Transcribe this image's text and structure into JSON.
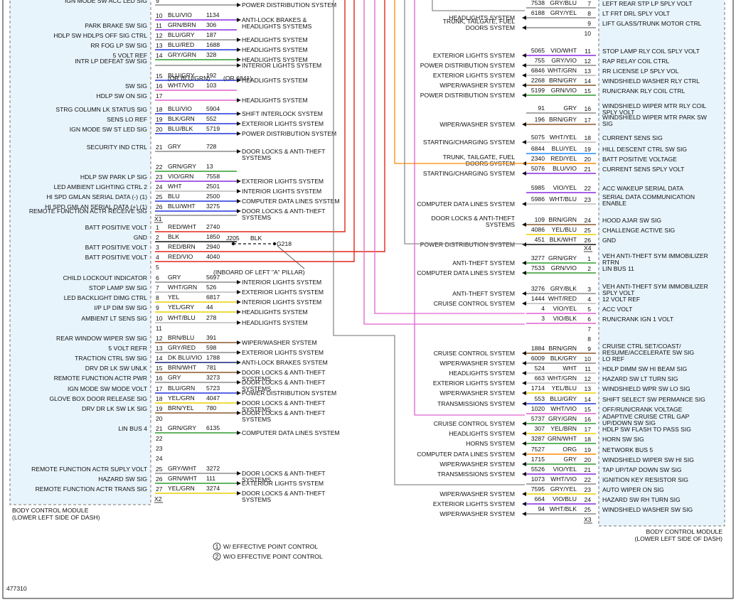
{
  "figure_id": "477310",
  "left_module": {
    "name": "BODY CONTROL MODULE",
    "location": "(LOWER LEFT SIDE OF DASH)"
  },
  "right_module": {
    "name": "BODY CONTROL MODULE",
    "location": "(LOWER LEFT SIDE OF DASH)"
  },
  "footnotes": [
    {
      "num": "1",
      "text": "W/ EFFECTIVE POINT CONTROL"
    },
    {
      "num": "2",
      "text": "W/O EFFECTIVE POINT CONTROL"
    }
  ],
  "ground": {
    "splice": "J205",
    "wire_color": "BLK",
    "point": "G218",
    "location": "(INBOARD OF LEFT \"A\" PILLAR)"
  },
  "alt_circuit": {
    "color2": "(OR BLU/GRN)",
    "circuit2": "(OR 6841)"
  },
  "colors": {
    "BLU": "#2233dd",
    "VIO": "#8a2be2",
    "GRN": "#2e9e2e",
    "GRY": "#8c8c8c",
    "RED": "#e0261c",
    "BRN": "#8b5a2b",
    "WHT": "#bbbbbb",
    "YEL": "#e8d200",
    "BLK": "#111111",
    "ORG": "#ff8c00",
    "PNK": "#e060d0",
    "LBL": "#1e90ff",
    "TAN": "#c8a060",
    "DBL": "#1a237e"
  },
  "left_connectors": [
    {
      "name": "X1",
      "pins": [
        {
          "pin": "9",
          "sig": "IGN MODE SW ACC LED SIG",
          "color": "",
          "circuit": "",
          "dest": "POWER DISTRIBUTION SYSTEM",
          "wire": "GRY"
        },
        {
          "pin": "10",
          "sig": "",
          "color": "BLU/VIO",
          "circuit": "1134",
          "dest": "ANTI-LOCK BRAKES & HEADLIGHTS SYSTEMS",
          "wire": "VIO"
        },
        {
          "pin": "11",
          "sig": "PARK BRAKE SW SIG",
          "color": "GRN/BRN",
          "circuit": "306",
          "dest": "",
          "wire": "VIO"
        },
        {
          "pin": "12",
          "sig": "HDLP SW HDLPS OFF SIG CTRL",
          "color": "BLU/GRY",
          "circuit": "187",
          "dest": "HEADLIGHTS SYSTEM",
          "wire": "GRY"
        },
        {
          "pin": "13",
          "sig": "RR FOG LP SW SIG",
          "color": "BLU/RED",
          "circuit": "1688",
          "dest": "HEADLIGHTS SYSTEM",
          "wire": "BLU"
        },
        {
          "pin": "14",
          "sig": "5 VOLT REF",
          "color": "GRY/GRN",
          "circuit": "328",
          "dest": "HEADLIGHTS SYSTEM",
          "wire": "GRN"
        },
        {
          "pin": "",
          "sig": "INTR LP DEFEAT SW SIG",
          "color": "",
          "circuit": "",
          "dest": "INTERIOR LIGHTS SYSTEM",
          "wire": "GRY"
        },
        {
          "pin": "15",
          "sig": "",
          "color": "BLU/GRY",
          "circuit": "192",
          "dest": "HEADLIGHTS SYSTEM",
          "wire": "BLU"
        },
        {
          "pin": "16",
          "sig": "SW SIG",
          "color": "WHT/VIO",
          "circuit": "103",
          "dest": "",
          "wire": "PNK"
        },
        {
          "pin": "17",
          "sig": "HDLP SW ON SIG",
          "color": "",
          "circuit": "",
          "dest": "HEADLIGHTS SYSTEM",
          "wire": "PNK"
        },
        {
          "pin": "18",
          "sig": "STRG COLUMN LK STATUS SIG",
          "color": "BLU/VIO",
          "circuit": "5904",
          "dest": "SHIFT INTERLOCK SYSTEM",
          "wire": "BLU"
        },
        {
          "pin": "19",
          "sig": "SENS LO REF",
          "color": "BLK/GRN",
          "circuit": "552",
          "dest": "EXTERIOR LIGHTS SYSTEM",
          "wire": "BLU"
        },
        {
          "pin": "20",
          "sig": "IGN MODE SW ST LED SIG",
          "color": "BLU/BLK",
          "circuit": "5719",
          "dest": "POWER DISTRIBUTION SYSTEM",
          "wire": "BLU"
        },
        {
          "pin": "21",
          "sig": "SECURITY IND CTRL",
          "color": "GRY",
          "circuit": "728",
          "dest": "DOOR LOCKS & ANTI-THEFT SYSTEMS",
          "wire": "GRY"
        },
        {
          "pin": "22",
          "sig": "",
          "color": "GRN/GRY",
          "circuit": "13",
          "dest": "",
          "wire": "GRN"
        },
        {
          "pin": "23",
          "sig": "HDLP SW PARK LP SIG",
          "color": "VIO/GRN",
          "circuit": "7558",
          "dest": "EXTERIOR LIGHTS SYSTEM",
          "wire": "VIO"
        },
        {
          "pin": "24",
          "sig": "LED AMBIENT LIGHTING CTRL 2",
          "color": "WHT",
          "circuit": "2501",
          "dest": "INTERIOR LIGHTS SYSTEM",
          "wire": "WHT"
        },
        {
          "pin": "25",
          "sig": "HI SPD GMLAN SERIAL DATA (-) (1)",
          "color": "BLU",
          "circuit": "2500",
          "dest": "COMPUTER DATA LINES SYSTEM",
          "wire": "BLU"
        },
        {
          "pin": "26",
          "sig": "HI SPD GMLAN SERIAL DATA (+) (1)",
          "color": "BLU/WHT",
          "circuit": "3275",
          "dest": "DOOR LOCKS & ANTI-THEFT SYSTEMS",
          "wire": "BLU"
        },
        {
          "pin": "",
          "sig": "REMOTE FUNCTION ACTR RECEIVE SIG",
          "color": "",
          "circuit": "",
          "dest": "",
          "wire": "GRY"
        }
      ]
    },
    {
      "name": "X2",
      "pins": [
        {
          "pin": "1",
          "sig": "BATT POSITIVE VOLT",
          "color": "RED/WHT",
          "circuit": "2740",
          "dest": "",
          "wire": "RED"
        },
        {
          "pin": "2",
          "sig": "GND",
          "color": "BLK",
          "circuit": "1850",
          "dest": "",
          "wire": "BLK"
        },
        {
          "pin": "3",
          "sig": "BATT POSITIVE VOLT",
          "color": "RED/BRN",
          "circuit": "2940",
          "dest": "",
          "wire": "RED"
        },
        {
          "pin": "4",
          "sig": "BATT POSITIVE VOLT",
          "color": "RED/VIO",
          "circuit": "4040",
          "dest": "",
          "wire": "RED"
        },
        {
          "pin": "5",
          "sig": "",
          "color": "",
          "circuit": "",
          "dest": "",
          "wire": ""
        },
        {
          "pin": "6",
          "sig": "CHILD LOCKOUT INDICATOR",
          "color": "GRY",
          "circuit": "5697",
          "dest": "INTERIOR LIGHTS SYSTEM",
          "wire": "GRY"
        },
        {
          "pin": "7",
          "sig": "STOP LAMP SW SIG",
          "color": "WHT/GRN",
          "circuit": "526",
          "dest": "EXTERIOR LIGHTS SYSTEM",
          "wire": "WHT"
        },
        {
          "pin": "8",
          "sig": "LED BACKLIGHT DIMG CTRL",
          "color": "YEL",
          "circuit": "6817",
          "dest": "INTERIOR LIGHTS SYSTEM",
          "wire": "YEL"
        },
        {
          "pin": "9",
          "sig": "I/P LP DIM SW SIG",
          "color": "YEL/GRY",
          "circuit": "44",
          "dest": "HEADLIGHTS SYSTEM",
          "wire": "YEL"
        },
        {
          "pin": "10",
          "sig": "AMBIENT LT SENS SIG",
          "color": "WHT/BLU",
          "circuit": "278",
          "dest": "HEADLIGHTS SYSTEM",
          "wire": "WHT"
        },
        {
          "pin": "11",
          "sig": "",
          "color": "",
          "circuit": "",
          "dest": "",
          "wire": ""
        },
        {
          "pin": "12",
          "sig": "REAR WINDOW WIPER SW SIG",
          "color": "BRN/BLU",
          "circuit": "391",
          "dest": "WIPER/WASHER SYSTEM",
          "wire": "BRN"
        },
        {
          "pin": "13",
          "sig": "5 VOLT REFR",
          "color": "GRY/RED",
          "circuit": "598",
          "dest": "EXTERIOR LIGHTS SYSTEM",
          "wire": "GRY"
        },
        {
          "pin": "14",
          "sig": "TRACTION CTRL SW SIG",
          "color": "DK BLU/VIO",
          "circuit": "1788",
          "dest": "ANTI-LOCK BRAKES SYSTEM",
          "wire": "DBL"
        },
        {
          "pin": "15",
          "sig": "DRV DR LK SW UNLK",
          "color": "BRN/WHT",
          "circuit": "781",
          "dest": "DOOR LOCKS & ANTI-THEFT SYSTEMS",
          "wire": "BRN"
        },
        {
          "pin": "16",
          "sig": "REMOTE FUNCTION ACTR PWR",
          "color": "GRY",
          "circuit": "3273",
          "dest": "DOOR LOCKS & ANTI-THEFT SYSTEMS",
          "wire": "GRY"
        },
        {
          "pin": "17",
          "sig": "IGN MODE SW MODE VOLT",
          "color": "BLU/GRN",
          "circuit": "5723",
          "dest": "POWER DISTRIBUTION SYSTEM",
          "wire": "BLU"
        },
        {
          "pin": "18",
          "sig": "GLOVE BOX DOOR RELEASE SIG",
          "color": "YEL/GRN",
          "circuit": "4047",
          "dest": "DOOR LOCKS & ANTI-THEFT SYSTEMS",
          "wire": "YEL"
        },
        {
          "pin": "19",
          "sig": "DRV DR LK SW LK SIG",
          "color": "BRN/YEL",
          "circuit": "780",
          "dest": "DOOR LOCKS & ANTI-THEFT SYSTEMS",
          "wire": "BRN"
        },
        {
          "pin": "20",
          "sig": "",
          "color": "",
          "circuit": "",
          "dest": "",
          "wire": ""
        },
        {
          "pin": "21",
          "sig": "LIN BUS 4",
          "color": "GRN/GRY",
          "circuit": "6135",
          "dest": "COMPUTER DATA LINES SYSTEM",
          "wire": "GRN"
        },
        {
          "pin": "22",
          "sig": "",
          "color": "",
          "circuit": "",
          "dest": "",
          "wire": ""
        },
        {
          "pin": "23",
          "sig": "",
          "color": "",
          "circuit": "",
          "dest": "",
          "wire": ""
        },
        {
          "pin": "24",
          "sig": "",
          "color": "",
          "circuit": "",
          "dest": "",
          "wire": ""
        },
        {
          "pin": "25",
          "sig": "REMOTE FUNCTION ACTR SUPLY VOLT",
          "color": "GRY/WHT",
          "circuit": "3272",
          "dest": "DOOR LOCKS & ANTI-THEFT SYSTEMS",
          "wire": "GRY"
        },
        {
          "pin": "26",
          "sig": "HAZARD SW SIG",
          "color": "GRN/WHT",
          "circuit": "111",
          "dest": "EXTERIOR LIGHTS SYSTEM",
          "wire": "GRN"
        },
        {
          "pin": "27",
          "sig": "REMOTE FUNCTION ACTR TRANS SIG",
          "color": "YEL/GRN",
          "circuit": "3274",
          "dest": "DOOR LOCKS & ANTI-THEFT SYSTEMS",
          "wire": "YEL"
        }
      ]
    }
  ],
  "right_connectors": [
    {
      "name": "X4",
      "pins": [
        {
          "pin": "7",
          "sig": "LEFT REAR STP LP SPLY VOLT",
          "color": "GRY/BLU",
          "circuit": "7538",
          "dest": "",
          "wire": "GRY"
        },
        {
          "pin": "8",
          "sig": "LT FRT DRL SPLY VOLT",
          "color": "GRY/YEL",
          "circuit": "6188",
          "dest": "HEADLIGHTS SYSTEM",
          "wire": "GRY"
        },
        {
          "pin": "9",
          "sig": "LIFT GLASS/TRUNK MOTOR CTRL",
          "color": "",
          "circuit": "",
          "dest": "TRUNK, TAILGATE, FUEL DOORS SYSTEM",
          "wire": "GRY"
        },
        {
          "pin": "10",
          "sig": "",
          "color": "",
          "circuit": "",
          "dest": "",
          "wire": ""
        },
        {
          "pin": "11",
          "sig": "STOP LAMP RLY COIL SPLY VOLT",
          "color": "VIO/WHT",
          "circuit": "5065",
          "dest": "EXTERIOR LIGHTS SYSTEM",
          "wire": "VIO"
        },
        {
          "pin": "12",
          "sig": "RAP RELAY COIL CTRL",
          "color": "GRY/VIO",
          "circuit": "755",
          "dest": "POWER DISTRIBUTION SYSTEM",
          "wire": "GRY"
        },
        {
          "pin": "13",
          "sig": "RR LICENSE LP SPLY VOL",
          "color": "WHT/GRN",
          "circuit": "6846",
          "dest": "EXTERIOR LIGHTS SYSTEM",
          "wire": "WHT"
        },
        {
          "pin": "14",
          "sig": "WINDSHIELD WASHER RLY CTRL",
          "color": "BRN/GRY",
          "circuit": "2268",
          "dest": "WIPER/WASHER SYSTEM",
          "wire": "BRN"
        },
        {
          "pin": "15",
          "sig": "RUN/CRANK RLY COIL CTRL",
          "color": "GRN/VIO",
          "circuit": "5199",
          "dest": "POWER DISTRIBUTION SYSTEM",
          "wire": "GRN"
        },
        {
          "pin": "16",
          "sig": "WINDSHIELD WIPER MTR RLY COIL SPLY VOLT",
          "color": "GRY",
          "circuit": "91",
          "dest": "",
          "wire": "GRY"
        },
        {
          "pin": "17",
          "sig": "WINDSHIELD WIPER MTR PARK SW SIG",
          "color": "BRN/GRY",
          "circuit": "196",
          "dest": "WIPER/WASHER SYSTEM",
          "wire": "BRN"
        },
        {
          "pin": "18",
          "sig": "CURRENT SENS SIG",
          "color": "WHT/YEL",
          "circuit": "5075",
          "dest": "STARTING/CHARGING SYSTEM",
          "wire": "WHT"
        },
        {
          "pin": "19",
          "sig": "HILL DESCENT CTRL SW SIG",
          "color": "BLU/YEL",
          "circuit": "6844",
          "dest": "",
          "wire": "LBL"
        },
        {
          "pin": "20",
          "sig": "BATT POSITIVE VOLTAGE",
          "color": "RED/YEL",
          "circuit": "2340",
          "dest": "TRUNK, TAILGATE, FUEL DOORS SYSTEM",
          "wire": "ORG"
        },
        {
          "pin": "21",
          "sig": "CURRENT SENS SPLY VOLT",
          "color": "BLU/VIO",
          "circuit": "5076",
          "dest": "STARTING/CHARGING SYSTEM",
          "wire": "VIO"
        },
        {
          "pin": "22",
          "sig": "ACC WAKEUP SERIAL DATA",
          "color": "VIO/YEL",
          "circuit": "5985",
          "dest": "",
          "wire": "VIO"
        },
        {
          "pin": "23",
          "sig": "SERIAL DATA COMMUNICATION ENABLE",
          "color": "WHT/BLU",
          "circuit": "5986",
          "dest": "COMPUTER DATA LINES SYSTEM",
          "wire": "WHT"
        },
        {
          "pin": "24",
          "sig": "HOOD AJAR SW SIG",
          "color": "BRN/GRN",
          "circuit": "109",
          "dest": "DOOR LOCKS & ANTI-THEFT SYSTEMS",
          "wire": "BRN"
        },
        {
          "pin": "25",
          "sig": "CHALLENGE ACTIVE SIG",
          "color": "YEL/BLU",
          "circuit": "4086",
          "dest": "",
          "wire": "YEL"
        },
        {
          "pin": "26",
          "sig": "GND",
          "color": "BLK/WHT",
          "circuit": "451",
          "dest": "POWER DISTRIBUTION SYSTEM",
          "wire": "BLK"
        }
      ]
    },
    {
      "name": "X3",
      "pins": [
        {
          "pin": "1",
          "sig": "VEH ANTI-THEFT SYM IMMOBILIZER RTRN",
          "color": "GRN/GRY",
          "circuit": "3277",
          "dest": "ANTI-THEFT SYSTEM",
          "wire": "GRN"
        },
        {
          "pin": "2",
          "sig": "LIN BUS 11",
          "color": "GRN/VIO",
          "circuit": "7533",
          "dest": "COMPUTER DATA LINES SYSTEM",
          "wire": "GRN"
        },
        {
          "pin": "3",
          "sig": "VEH ANTI-THEFT SYM IMMOBILIZER SPLY VOLT",
          "color": "GRY/BLK",
          "circuit": "3276",
          "dest": "ANTI-THEFT SYSTEM",
          "wire": "GRY"
        },
        {
          "pin": "4",
          "sig": "12 VOLT REF",
          "color": "WHT/RED",
          "circuit": "1444",
          "dest": "CRUISE CONTROL SYSTEM",
          "wire": "WHT"
        },
        {
          "pin": "5",
          "sig": "ACC VOLT",
          "color": "VIO/YEL",
          "circuit": "4",
          "dest": "",
          "wire": "PNK"
        },
        {
          "pin": "6",
          "sig": "RUN/CRANK IGN 1 VOLT",
          "color": "VIO/BLK",
          "circuit": "3",
          "dest": "",
          "wire": "PNK"
        },
        {
          "pin": "7",
          "sig": "",
          "color": "",
          "circuit": "",
          "dest": "",
          "wire": ""
        },
        {
          "pin": "8",
          "sig": "",
          "color": "",
          "circuit": "",
          "dest": "",
          "wire": ""
        },
        {
          "pin": "9",
          "sig": "CRUISE CTRL SET/COAST/ RESUME/ACCELERATE SW SIG",
          "color": "BRN/GRN",
          "circuit": "1884",
          "dest": "CRUISE CONTROL SYSTEM",
          "wire": "BRN"
        },
        {
          "pin": "10",
          "sig": "LO REF",
          "color": "BLK/GRY",
          "circuit": "6009",
          "dest": "WIPER/WASHER SYSTEM",
          "wire": "GRY"
        },
        {
          "pin": "11",
          "sig": "HDLP DIMM SW HI BEAM SIG",
          "color": "WHT",
          "circuit": "524",
          "dest": "HEADLIGHTS SYSTEM",
          "wire": "WHT"
        },
        {
          "pin": "12",
          "sig": "HAZARD SW LT TURN SIG",
          "color": "WHT/GRN",
          "circuit": "663",
          "dest": "EXTERIOR LIGHTS SYSTEM",
          "wire": "WHT"
        },
        {
          "pin": "13",
          "sig": "WINDSHIELD WPR SW LO SIG",
          "color": "YEL/BLU",
          "circuit": "1714",
          "dest": "WIPER/WASHER SYSTEM",
          "wire": "YEL"
        },
        {
          "pin": "14",
          "sig": "SHIFT SELECT SW PERMANCE SIG",
          "color": "BLU/GRY",
          "circuit": "553",
          "dest": "TRANSMISSIONS SYSTEM",
          "wire": "BLU"
        },
        {
          "pin": "15",
          "sig": "OFF/RUN/CRANK VOLTAGE",
          "color": "WHT/VIO",
          "circuit": "1020",
          "dest": "",
          "wire": "PNK"
        },
        {
          "pin": "16",
          "sig": "ADAPTIVE CRUISE CTRL GAP UP/DOWN SW SIG",
          "color": "GRY/GRN",
          "circuit": "5737",
          "dest": "CRUISE CONTROL SYSTEM",
          "wire": "GRN"
        },
        {
          "pin": "17",
          "sig": "HDLP SW FLASH TO PASS SIG",
          "color": "YEL/BRN",
          "circuit": "307",
          "dest": "HEADLIGHTS SYSTEM",
          "wire": "YEL"
        },
        {
          "pin": "18",
          "sig": "HORN SW SIG",
          "color": "GRN/WHT",
          "circuit": "3287",
          "dest": "HORNS SYSTEM",
          "wire": "GRN"
        },
        {
          "pin": "19",
          "sig": "NETWORK BUS 5",
          "color": "ORG",
          "circuit": "7527",
          "dest": "COMPUTER DATA LINES SYSTEM",
          "wire": "ORG"
        },
        {
          "pin": "20",
          "sig": "WINDSHIELD WIPER SW HI SIG",
          "color": "GRY",
          "circuit": "1715",
          "dest": "WIPER/WASHER SYSTEM",
          "wire": "GRN"
        },
        {
          "pin": "21",
          "sig": "TAP UP/TAP DOWN SW SIG",
          "color": "VIO/YEL",
          "circuit": "5526",
          "dest": "TRANSMISSIONS SYSTEM",
          "wire": "VIO"
        },
        {
          "pin": "22",
          "sig": "IGNITION KEY RESISTOR SIG",
          "color": "WHT/VIO",
          "circuit": "1073",
          "dest": "",
          "wire": "GRY"
        },
        {
          "pin": "23",
          "sig": "AUTO WIPER ON SIG",
          "color": "GRY/YEL",
          "circuit": "7595",
          "dest": "WIPER/WASHER SYSTEM",
          "wire": "YEL"
        },
        {
          "pin": "24",
          "sig": "HAZARD SW RH TURN SIG",
          "color": "VIO/BLU",
          "circuit": "664",
          "dest": "EXTERIOR LIGHTS SYSTEM",
          "wire": "VIO"
        },
        {
          "pin": "25",
          "sig": "WINDSHIELD WASHER SW SIG",
          "color": "WHT/BLK",
          "circuit": "94",
          "dest": "WIPER/WASHER SYSTEM",
          "wire": "GRY"
        }
      ]
    }
  ]
}
